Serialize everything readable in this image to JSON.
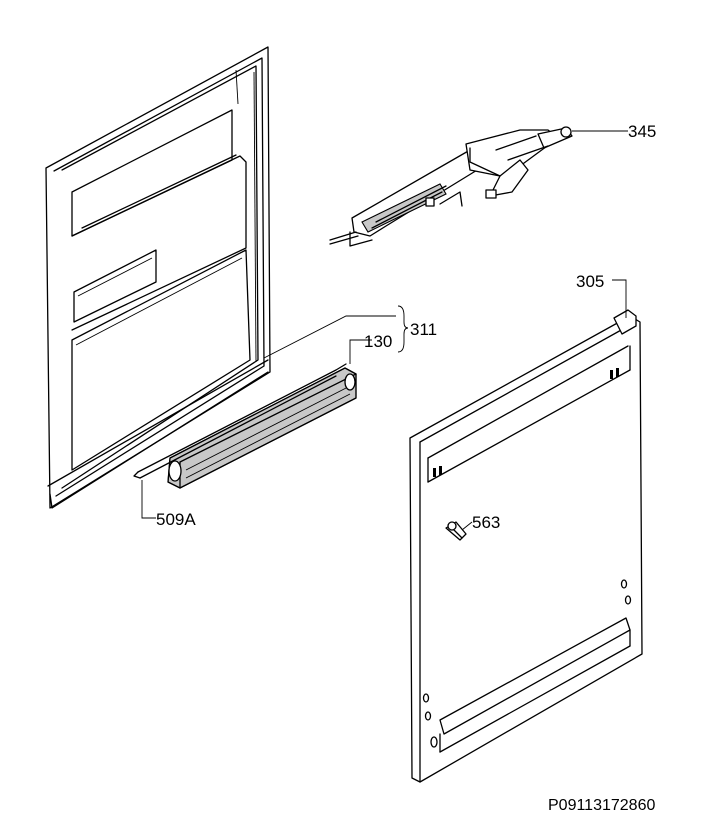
{
  "labels": {
    "p345": "345",
    "p305": "305",
    "p311": "311",
    "p130": "130",
    "p509a": "509A",
    "p563": "563"
  },
  "drawing_code": "P09113172860"
}
